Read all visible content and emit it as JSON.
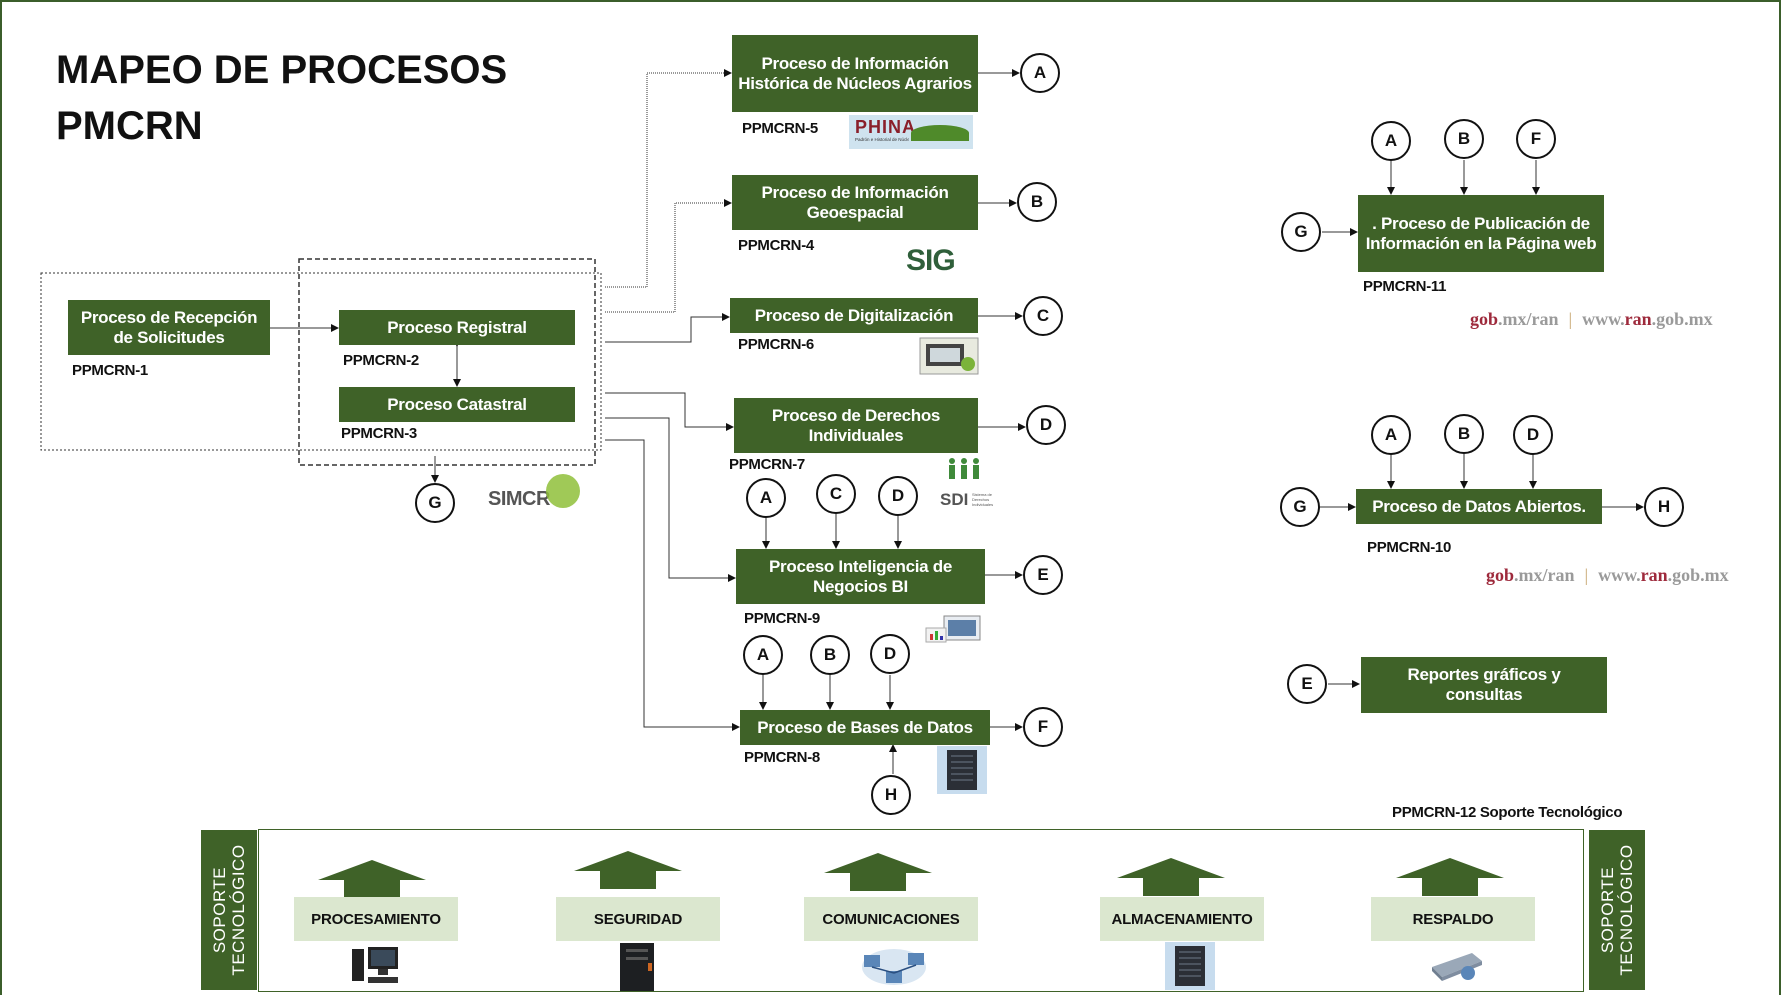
{
  "title": {
    "line1": "MAPEO DE PROCESOS",
    "line2": "PMCRN"
  },
  "processes": {
    "recepcion": {
      "label": "Proceso de Recepción de Solicitudes",
      "code": "PPMCRN-1"
    },
    "registral": {
      "label": "Proceso Registral",
      "code": "PPMCRN-2"
    },
    "catastral": {
      "label": "Proceso Catastral",
      "code": "PPMCRN-3"
    },
    "historica": {
      "label": "Proceso de Información Histórica de Núcleos Agrarios",
      "code": "PPMCRN-5"
    },
    "geoespacial": {
      "label": "Proceso de Información Geoespacial",
      "code": "PPMCRN-4"
    },
    "digitalizacion": {
      "label": "Proceso de Digitalización",
      "code": "PPMCRN-6"
    },
    "derechos": {
      "label": "Proceso de Derechos Individuales",
      "code": "PPMCRN-7"
    },
    "inteligencia": {
      "label": "Proceso Inteligencia de Negocios BI",
      "code": "PPMCRN-9"
    },
    "bases": {
      "label": "Proceso de Bases de Datos",
      "code": "PPMCRN-8"
    },
    "publicacion": {
      "label": ". Proceso de Publicación de Información en la Página web",
      "code": "PPMCRN-11"
    },
    "abiertos": {
      "label": "Proceso de Datos Abiertos.",
      "code": "PPMCRN-10"
    },
    "reportes": {
      "label": "Reportes gráficos y consultas"
    }
  },
  "connectors": {
    "a": "A",
    "b": "B",
    "c": "C",
    "d": "D",
    "e": "E",
    "f": "F",
    "g": "G",
    "h": "H"
  },
  "logos": {
    "phina": "PHINA",
    "phina_sub": "Padrón e Historial de Núcleos Agrarios",
    "sig": "SIG",
    "simcr": "SIMCR",
    "sdi": "SDI",
    "sdi_sub": "Sistema de Derechos Individuales"
  },
  "gob": {
    "gob": "gob",
    "mx_ran": ".mx/ran",
    "sep": "|",
    "www": "www.",
    "ran": "ran",
    "gobmx": ".gob.mx"
  },
  "support": {
    "title": "PPMCRN-12 Soporte Tecnológico",
    "side_label_1": "SOPORTE",
    "side_label_2": "TECNOLÓGICO",
    "items": [
      "PROCESAMIENTO",
      "SEGURIDAD",
      "COMUNICACIONES",
      "ALMACENAMIENTO",
      "RESPALDO"
    ]
  },
  "colors": {
    "primary_green": "#3f6228",
    "light_green": "#dbe7cf",
    "gob_red": "#9e2a3c"
  }
}
